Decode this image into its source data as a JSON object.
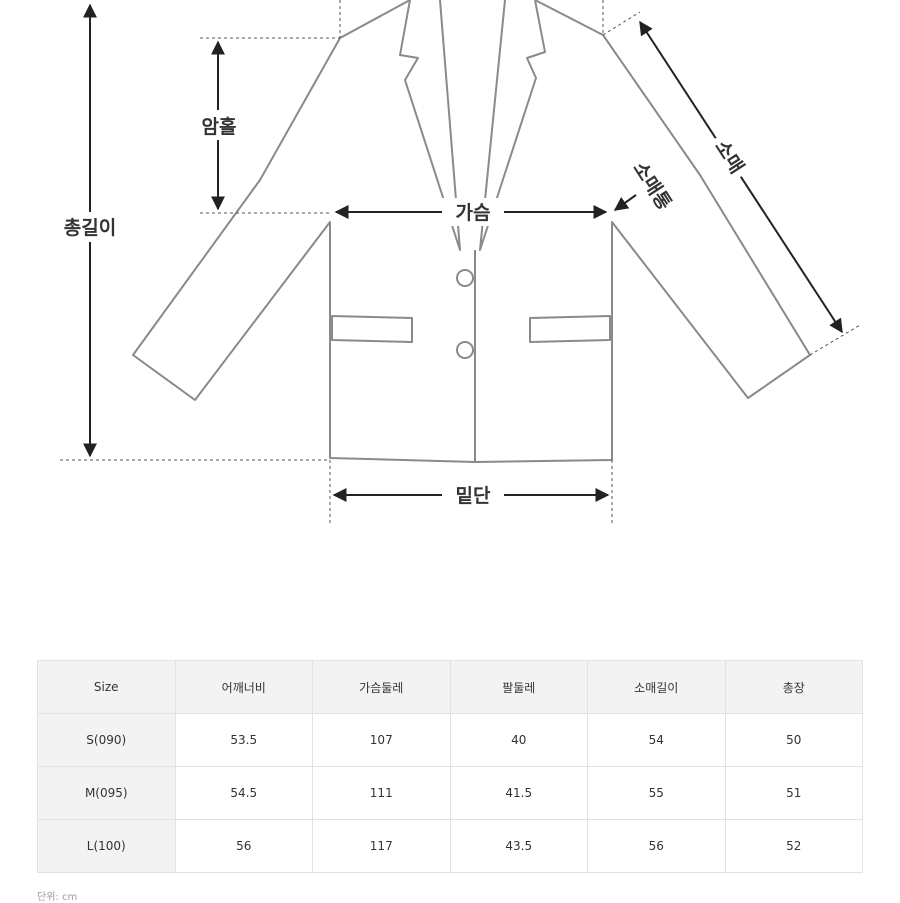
{
  "diagram": {
    "labels": {
      "armhole": "암홀",
      "total_length": "총길이",
      "chest": "가슴",
      "sleeve_width": "소매통",
      "sleeve": "소매",
      "hem": "밑단"
    }
  },
  "size_table": {
    "headers": [
      "Size",
      "어깨너비",
      "가슴둘레",
      "팔둘레",
      "소매길이",
      "총장"
    ],
    "rows": [
      {
        "size": "S(090)",
        "values": [
          "53.5",
          "107",
          "40",
          "54",
          "50"
        ]
      },
      {
        "size": "M(095)",
        "values": [
          "54.5",
          "111",
          "41.5",
          "55",
          "51"
        ]
      },
      {
        "size": "L(100)",
        "values": [
          "56",
          "117",
          "43.5",
          "56",
          "52"
        ]
      }
    ]
  },
  "unit_note": "단위: cm"
}
